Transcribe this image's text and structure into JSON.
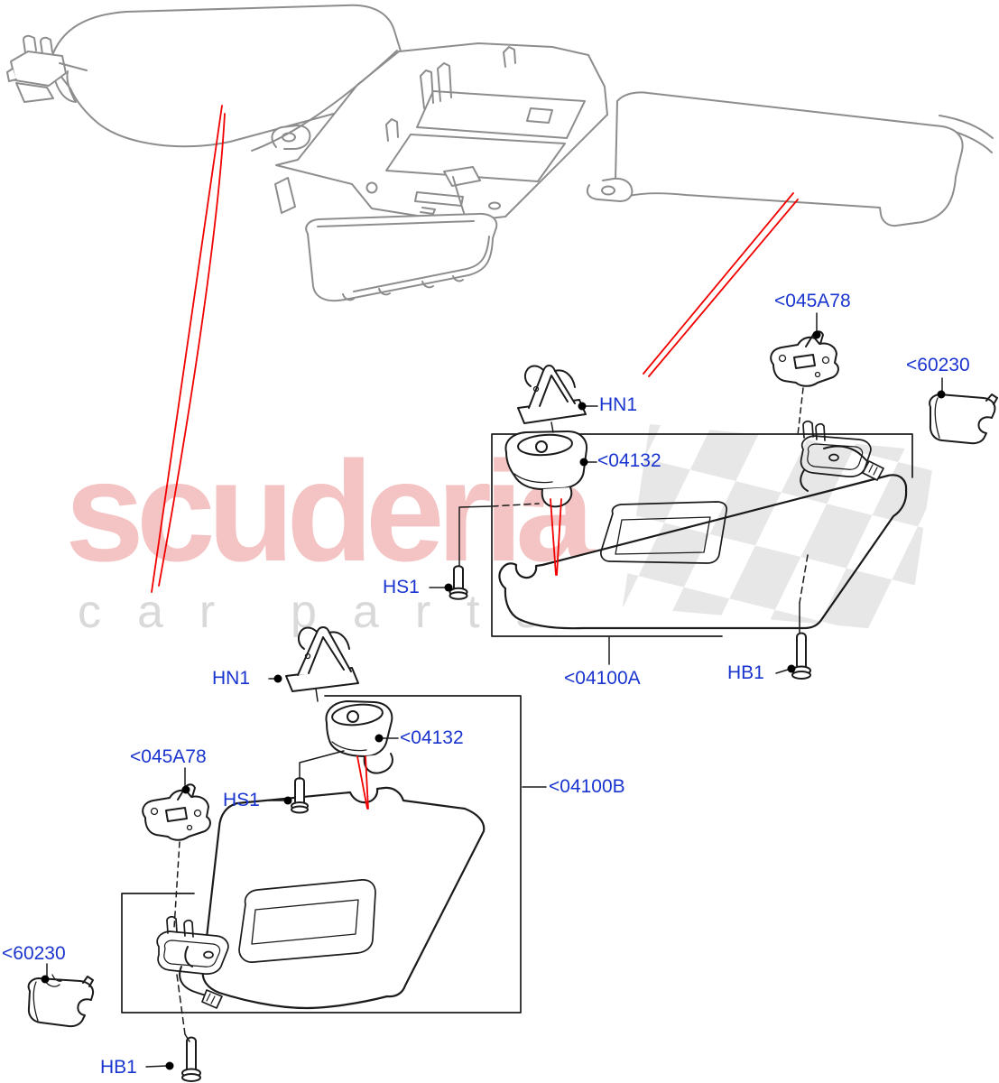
{
  "title": "Sun visors parts diagram",
  "watermark": {
    "brand": "scuderia",
    "tagline_word1": "car",
    "tagline_word2": "parts"
  },
  "colors": {
    "label_blue": "#1a35cf",
    "pointer_red": "#f20000",
    "watermark_pink": "#f4c3c3",
    "watermark_grey": "#d9d9d9",
    "flag_grey": "#e6e6e6",
    "scene_grey": "#8d8d8d",
    "art_black": "#1b1b1b"
  },
  "labels": {
    "upper_045a78": "<045A78",
    "upper_60230": "<60230",
    "upper_hn1": "HN1",
    "upper_04132": "<04132",
    "upper_hs1": "HS1",
    "upper_04100a": "<04100A",
    "upper_hb1": "HB1",
    "lower_hn1": "HN1",
    "lower_04132": "<04132",
    "lower_045a78": "<045A78",
    "lower_hs1": "HS1",
    "lower_04100b": "<04100B",
    "lower_60230": "<60230",
    "lower_hb1": "HB1"
  }
}
